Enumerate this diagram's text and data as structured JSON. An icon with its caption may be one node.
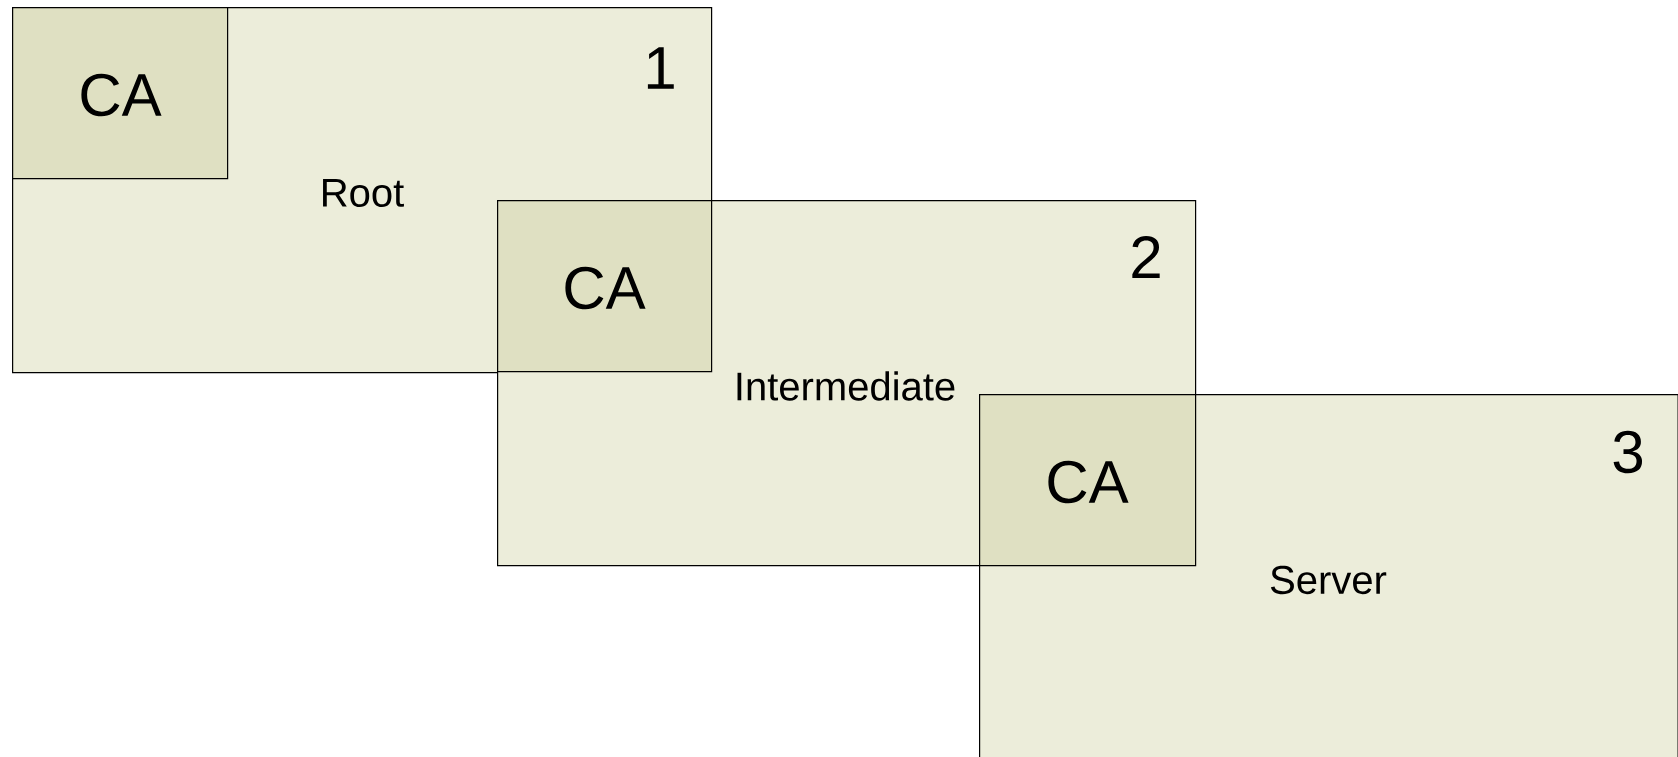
{
  "diagram": {
    "nodes": [
      {
        "text": [
          "1",
          "Root"
        ]
      },
      {
        "text": [
          "CA"
        ],
        "in": 0
      },
      {
        "text": [
          "2",
          "Intermediate"
        ]
      },
      {
        "text": [
          "CA"
        ]
      },
      {
        "text": [
          "3",
          "Server"
        ]
      },
      {
        "text": [
          "CA"
        ]
      }
    ]
  }
}
